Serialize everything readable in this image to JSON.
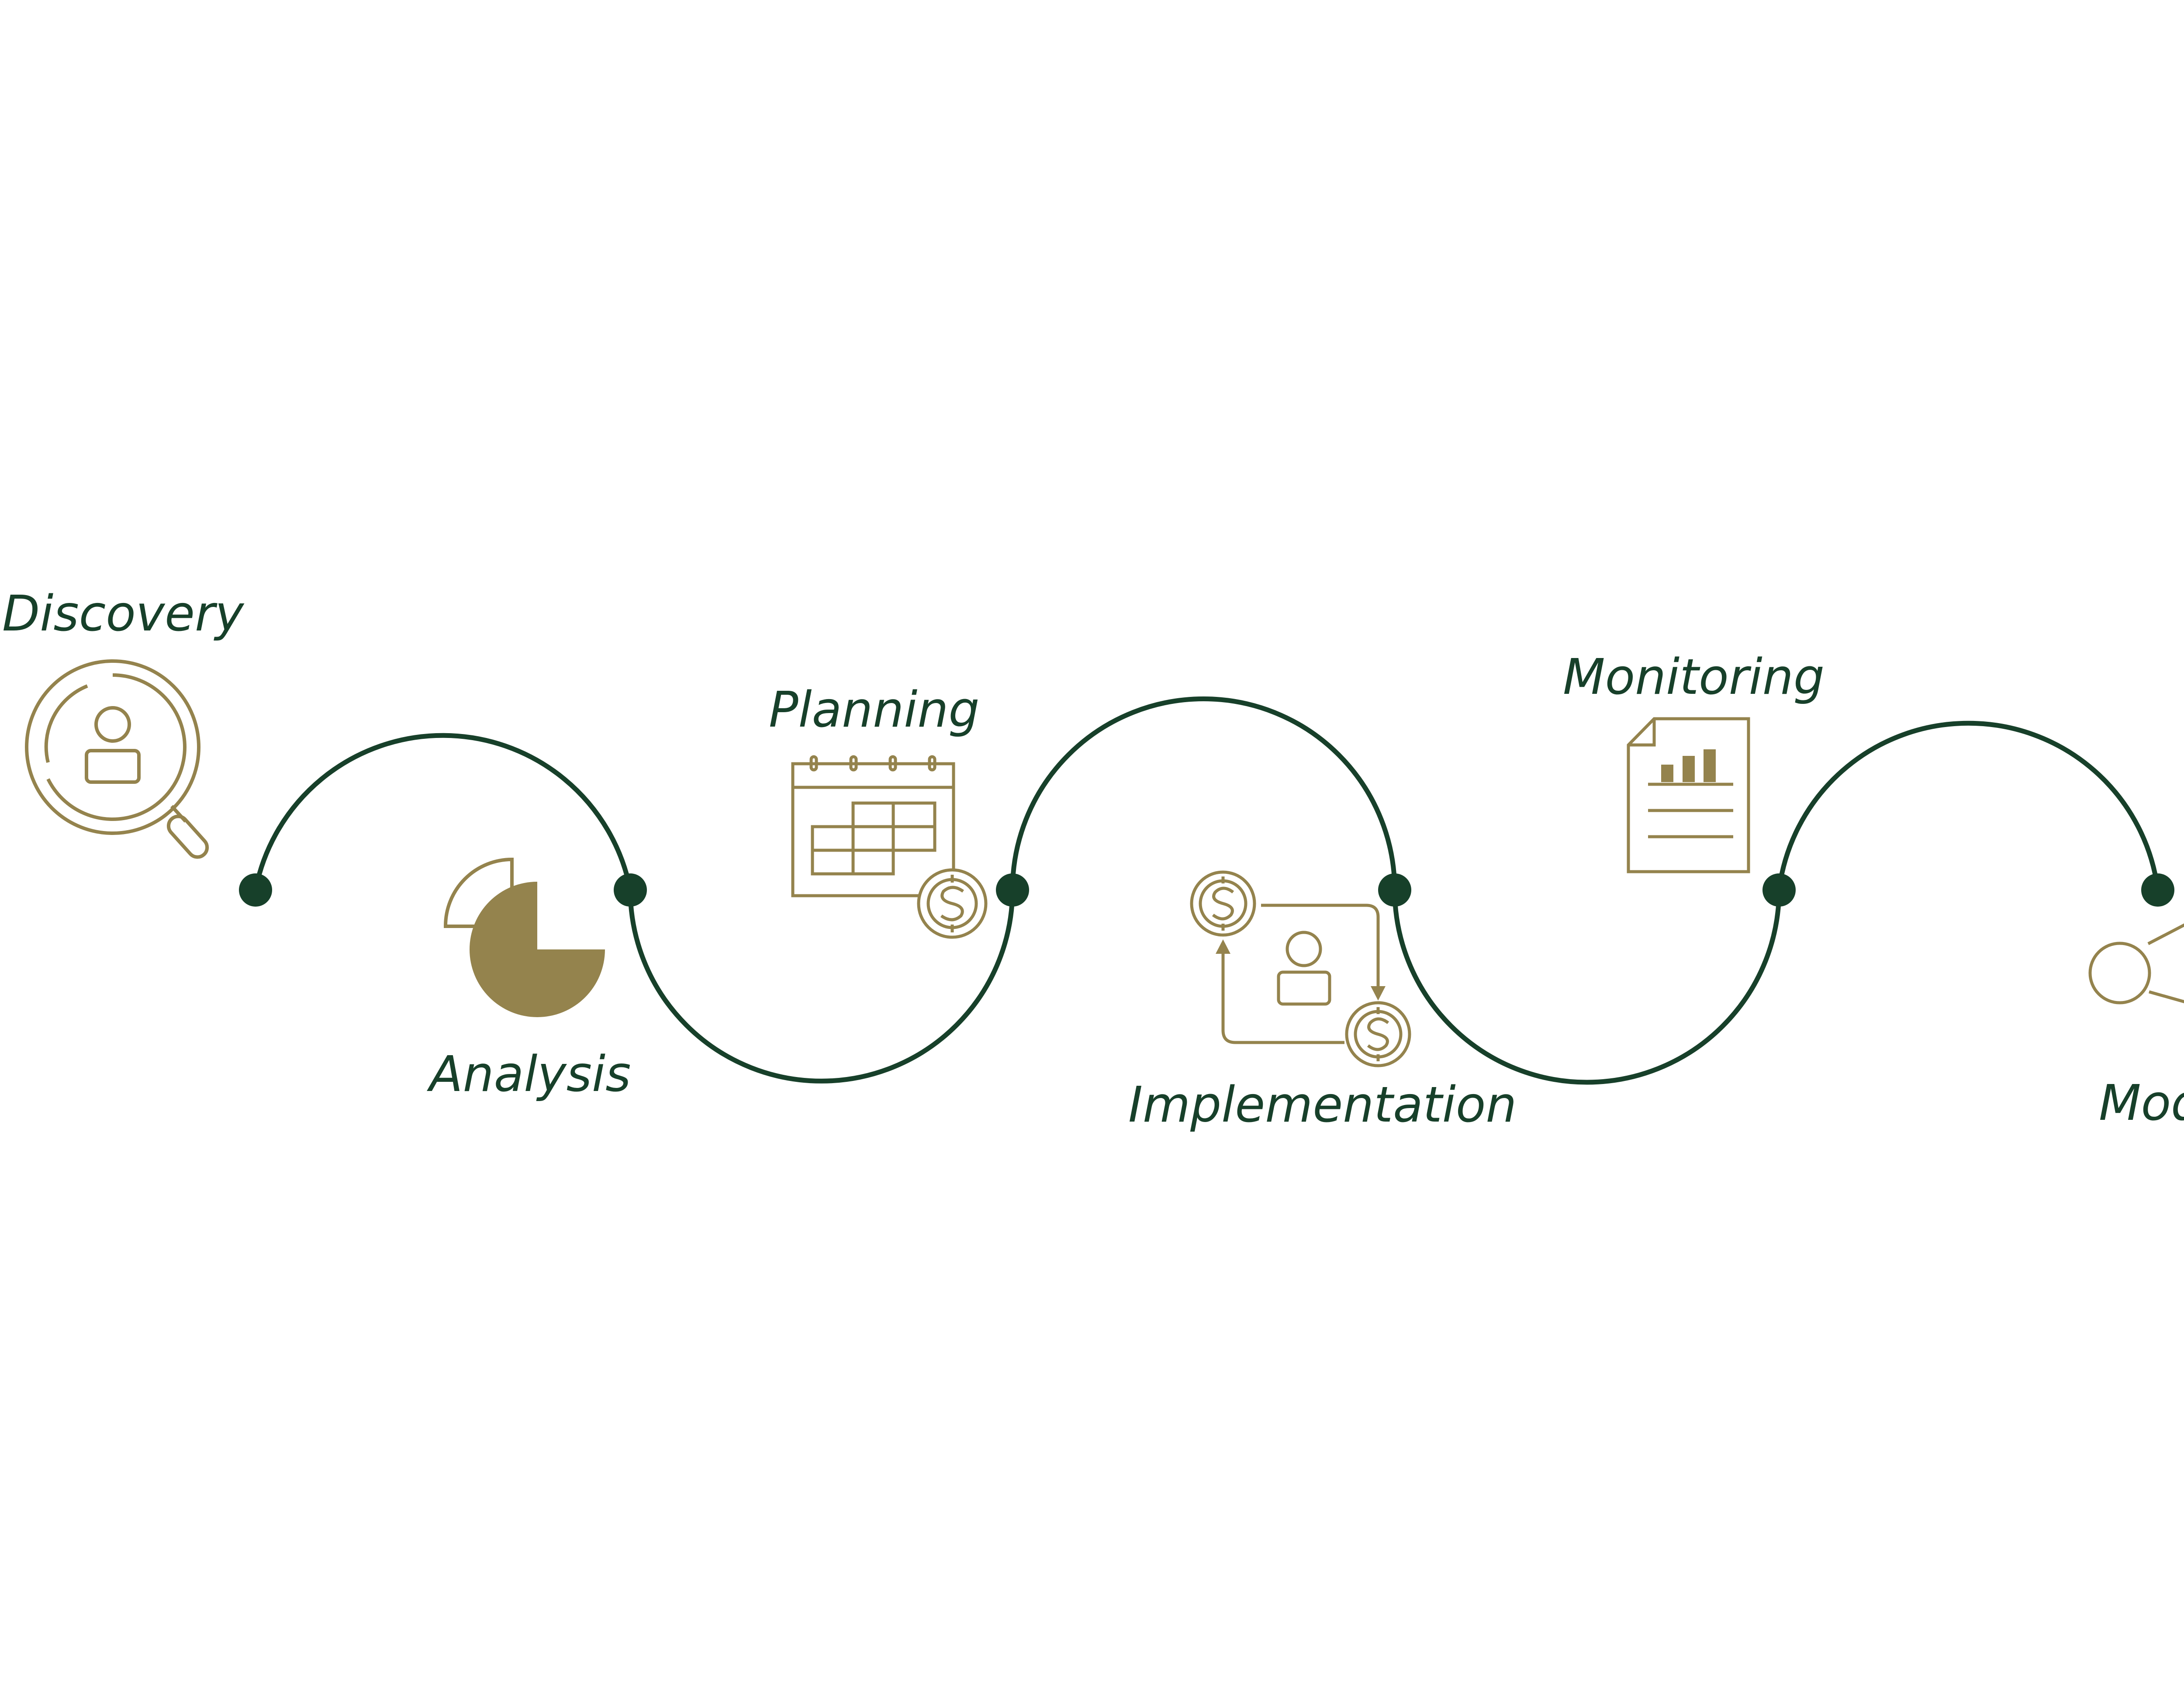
{
  "colors": {
    "path": "#17402a",
    "node": "#17402a",
    "icon": "#94834d",
    "label": "#17402a",
    "background": "#ffffff"
  },
  "stages": [
    {
      "label": "Discovery",
      "icon": "magnifier-person-icon"
    },
    {
      "label": "Analysis",
      "icon": "pie-chart-icon"
    },
    {
      "label": "Planning",
      "icon": "calendar-dollar-icon"
    },
    {
      "label": "Implementation",
      "icon": "person-money-cycle-icon"
    },
    {
      "label": "Monitoring",
      "icon": "report-bar-chart-icon"
    },
    {
      "label": "Modify",
      "icon": "network-nodes-icon"
    }
  ]
}
